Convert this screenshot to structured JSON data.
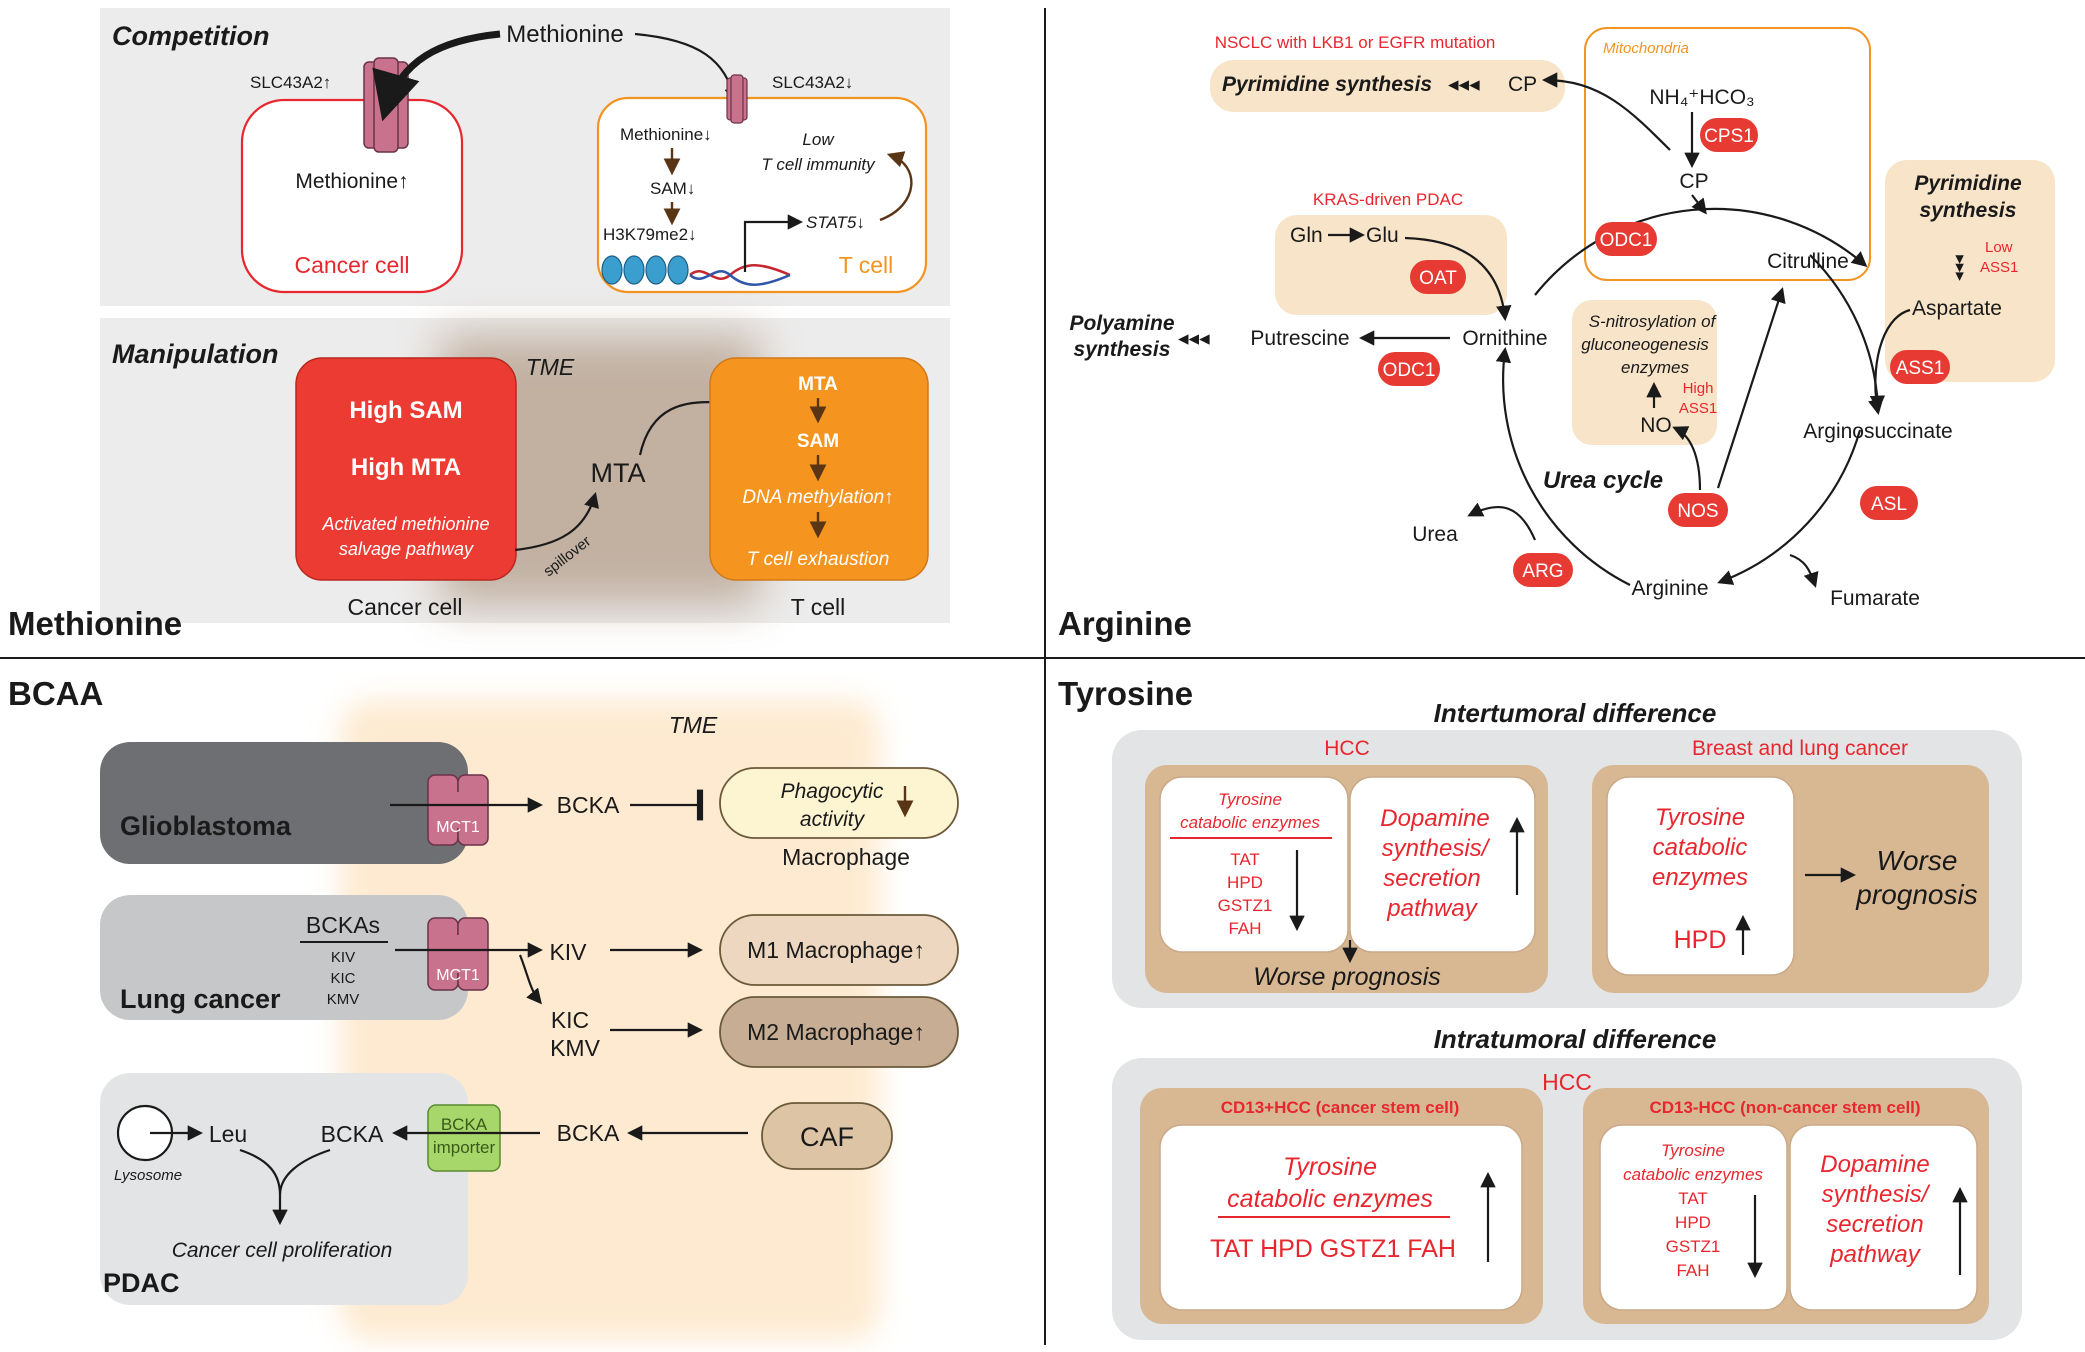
{
  "colors": {
    "red": "#e73a33",
    "orange": "#f29422",
    "tan": "#d8b893",
    "lightTan": "#f8e4c8",
    "grayBg": "#e5e6e8",
    "transporter": "#c9728e",
    "importer": "#a7d66b"
  },
  "methionine": {
    "title": "Methionine",
    "competition": {
      "heading": "Competition",
      "methionine": "Methionine",
      "slc_up": "SLC43A2↑",
      "slc_down": "SLC43A2↓",
      "cancer_met": "Methionine↑",
      "cancer_cell": "Cancer cell",
      "t_met": "Methionine↓",
      "sam": "SAM↓",
      "h3k": "H3K79me2↓",
      "stat5": "STAT5↓",
      "low1": "Low",
      "low2": "T cell immunity",
      "t_cell": "T cell"
    },
    "manipulation": {
      "heading": "Manipulation",
      "tme": "TME",
      "high_sam": "High SAM",
      "high_mta": "High MTA",
      "activated1": "Activated methionine",
      "activated2": "salvage pathway",
      "mta": "MTA",
      "spillover": "spillover",
      "t_mta": "MTA",
      "t_sam": "SAM",
      "dna": "DNA methylation↑",
      "exhaustion": "T cell exhaustion",
      "cancer_cell": "Cancer cell",
      "t_cell": "T cell"
    }
  },
  "arginine": {
    "title": "Arginine",
    "nsclc": "NSCLC with LKB1 or EGFR mutation",
    "pyr1": "Pyrimidine synthesis",
    "cp1": "CP",
    "mito": "Mitochondria",
    "nh4": "NH₄⁺HCO₃",
    "cps1": "CPS1",
    "cp2": "CP",
    "kras": "KRAS-driven PDAC",
    "gln": "Gln",
    "glu": "Glu",
    "oat": "OAT",
    "odc1_top": "ODC1",
    "citrulline": "Citrulline",
    "pyr2a": "Pyrimidine",
    "pyr2b": "synthesis",
    "low": "Low",
    "ass1_low": "ASS1",
    "aspartate": "Aspartate",
    "ass1": "ASS1",
    "poly1": "Polyamine",
    "poly2": "synthesis",
    "putrescine": "Putrescine",
    "ornithine": "Ornithine",
    "odc1": "ODC1",
    "snitro1": "S-nitrosylation of",
    "snitro2": "gluconeogenesis",
    "snitro3": "enzymes",
    "high": "High",
    "ass1_high": "ASS1",
    "no": "NO",
    "argsucc": "Arginosuccinate",
    "urea_cycle": "Urea cycle",
    "nos": "NOS",
    "asl": "ASL",
    "urea": "Urea",
    "arg": "ARG",
    "arginine_node": "Arginine",
    "fumarate": "Fumarate"
  },
  "bcaa": {
    "title": "BCAA",
    "tme": "TME",
    "glioblastoma": "Glioblastoma",
    "mct1a": "MCT1",
    "bcka1": "BCKA",
    "phago1": "Phagocytic",
    "phago2": "activity",
    "macrophage": "Macrophage",
    "bckas": "BCKAs",
    "kiv": "KIV",
    "kic": "KIC",
    "kmv": "KMV",
    "lung": "Lung cancer",
    "mct1b": "MCT1",
    "kiv2": "KIV",
    "m1": "M1 Macrophage↑",
    "kic2": "KIC",
    "kmv2": "KMV",
    "m2": "M2 Macrophage↑",
    "leu": "Leu",
    "bcka2": "BCKA",
    "importer1": "BCKA",
    "importer2": "importer",
    "bcka3": "BCKA",
    "caf": "CAF",
    "lysosome": "Lysosome",
    "prolif": "Cancer cell proliferation",
    "pdac": "PDAC"
  },
  "tyrosine": {
    "title": "Tyrosine",
    "inter": "Intertumoral difference",
    "hcc": "HCC",
    "breast": "Breast and lung cancer",
    "tce1a": "Tyrosine",
    "tce1b": "catabolic enzymes",
    "tat": "TAT",
    "hpd": "HPD",
    "gstz1": "GSTZ1",
    "fah": "FAH",
    "dop1": "Dopamine",
    "dop2": "synthesis/",
    "dop3": "secretion",
    "dop4": "pathway",
    "worse": "Worse prognosis",
    "tce2a": "Tyrosine",
    "tce2b": "catabolic",
    "tce2c": "enzymes",
    "hpd2": "HPD",
    "worse2a": "Worse",
    "worse2b": "prognosis",
    "intra": "Intratumoral difference",
    "hcc2": "HCC",
    "cd13p": "CD13+HCC (cancer stem cell)",
    "cd13n": "CD13-HCC (non-cancer stem cell)",
    "tce3a": "Tyrosine",
    "tce3b": "catabolic enzymes",
    "tce3c": "TAT HPD GSTZ1 FAH",
    "tce4a": "Tyrosine",
    "tce4b": "catabolic enzymes",
    "tat4": "TAT",
    "hpd4": "HPD",
    "gstz4": "GSTZ1",
    "fah4": "FAH",
    "dop5": "Dopamine",
    "dop6": "synthesis/",
    "dop7": "secretion",
    "dop8": "pathway"
  }
}
